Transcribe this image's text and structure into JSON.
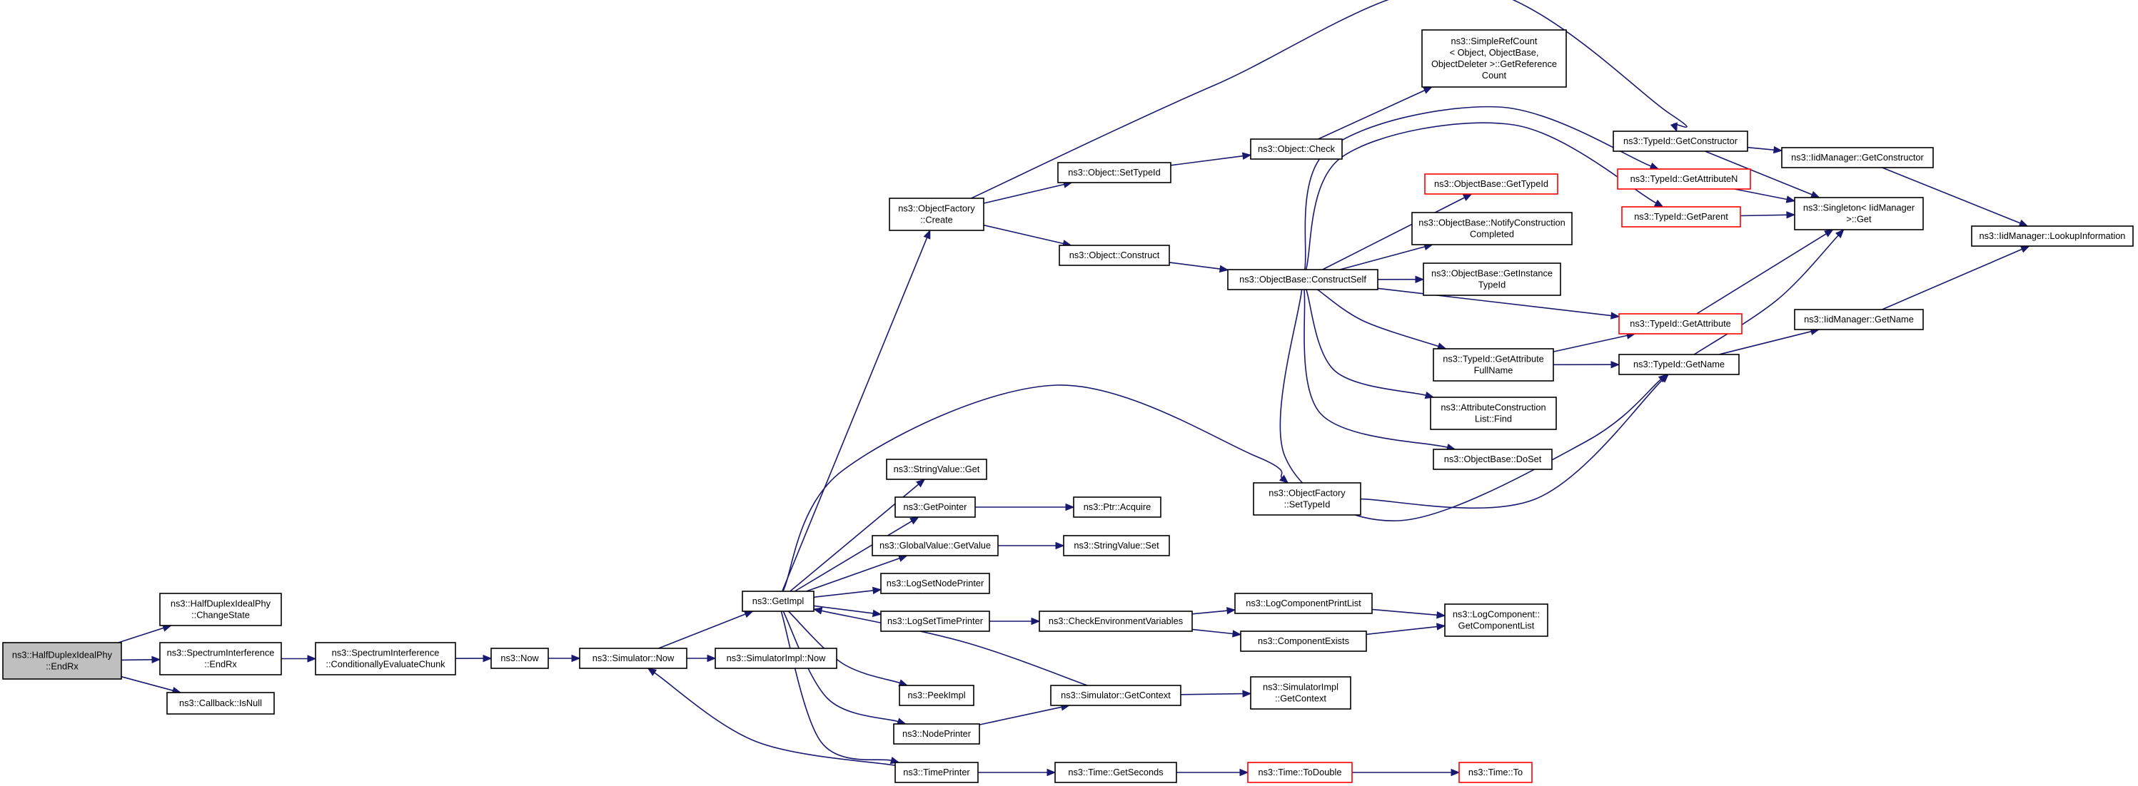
{
  "nodes": [
    {
      "id": "hdip_endrx",
      "lines": [
        "ns3::HalfDuplexIdealPhy",
        "::EndRx"
      ],
      "style": "root"
    },
    {
      "id": "hdip_changestate",
      "lines": [
        "ns3::HalfDuplexIdealPhy",
        "::ChangeState"
      ],
      "style": "normal"
    },
    {
      "id": "si_endrx",
      "lines": [
        "ns3::SpectrumInterference",
        "::EndRx"
      ],
      "style": "normal"
    },
    {
      "id": "cb_isnull",
      "lines": [
        "ns3::Callback::IsNull"
      ],
      "style": "normal"
    },
    {
      "id": "si_cec",
      "lines": [
        "ns3::SpectrumInterference",
        "::ConditionallyEvaluateChunk"
      ],
      "style": "normal"
    },
    {
      "id": "now",
      "lines": [
        "ns3::Now"
      ],
      "style": "normal"
    },
    {
      "id": "sim_now",
      "lines": [
        "ns3::Simulator::Now"
      ],
      "style": "normal"
    },
    {
      "id": "simimpl_now",
      "lines": [
        "ns3::SimulatorImpl::Now"
      ],
      "style": "normal"
    },
    {
      "id": "getimpl",
      "lines": [
        "ns3::GetImpl"
      ],
      "style": "normal"
    },
    {
      "id": "of_create",
      "lines": [
        "ns3::ObjectFactory",
        "::Create"
      ],
      "style": "normal"
    },
    {
      "id": "sv_get",
      "lines": [
        "ns3::StringValue::Get"
      ],
      "style": "normal"
    },
    {
      "id": "getpointer",
      "lines": [
        "ns3::GetPointer"
      ],
      "style": "normal"
    },
    {
      "id": "gv_getvalue",
      "lines": [
        "ns3::GlobalValue::GetValue"
      ],
      "style": "normal"
    },
    {
      "id": "logsetnodeprinter",
      "lines": [
        "ns3::LogSetNodePrinter"
      ],
      "style": "normal"
    },
    {
      "id": "logsettimeprinter",
      "lines": [
        "ns3::LogSetTimePrinter"
      ],
      "style": "normal"
    },
    {
      "id": "peekimpl",
      "lines": [
        "ns3::PeekImpl"
      ],
      "style": "normal"
    },
    {
      "id": "nodeprinter",
      "lines": [
        "ns3::NodePrinter"
      ],
      "style": "normal"
    },
    {
      "id": "timeprinter",
      "lines": [
        "ns3::TimePrinter"
      ],
      "style": "normal"
    },
    {
      "id": "obj_settypeid",
      "lines": [
        "ns3::Object::SetTypeId"
      ],
      "style": "normal"
    },
    {
      "id": "obj_construct",
      "lines": [
        "ns3::Object::Construct"
      ],
      "style": "normal"
    },
    {
      "id": "obj_check",
      "lines": [
        "ns3::Object::Check"
      ],
      "style": "normal"
    },
    {
      "id": "simplerefcount",
      "lines": [
        "ns3::SimpleRefCount",
        "< Object, ObjectBase,",
        "ObjectDeleter >::GetReference",
        "Count"
      ],
      "style": "normal"
    },
    {
      "id": "ob_constructself",
      "lines": [
        "ns3::ObjectBase::ConstructSelf"
      ],
      "style": "normal"
    },
    {
      "id": "ob_gettypeid",
      "lines": [
        "ns3::ObjectBase::GetTypeId"
      ],
      "style": "red"
    },
    {
      "id": "ob_notify",
      "lines": [
        "ns3::ObjectBase::NotifyConstruction",
        "Completed"
      ],
      "style": "normal"
    },
    {
      "id": "ob_getinstance",
      "lines": [
        "ns3::ObjectBase::GetInstance",
        "TypeId"
      ],
      "style": "normal"
    },
    {
      "id": "tid_getattrfullname",
      "lines": [
        "ns3::TypeId::GetAttribute",
        "FullName"
      ],
      "style": "normal"
    },
    {
      "id": "acl_find",
      "lines": [
        "ns3::AttributeConstruction",
        "List::Find"
      ],
      "style": "normal"
    },
    {
      "id": "ob_doset",
      "lines": [
        "ns3::ObjectBase::DoSet"
      ],
      "style": "normal"
    },
    {
      "id": "of_settypeid",
      "lines": [
        "ns3::ObjectFactory",
        "::SetTypeId"
      ],
      "style": "normal"
    },
    {
      "id": "ptr_acquire",
      "lines": [
        "ns3::Ptr::Acquire"
      ],
      "style": "normal"
    },
    {
      "id": "sv_set",
      "lines": [
        "ns3::StringValue::Set"
      ],
      "style": "normal"
    },
    {
      "id": "checkenv",
      "lines": [
        "ns3::CheckEnvironmentVariables"
      ],
      "style": "normal"
    },
    {
      "id": "sim_getcontext",
      "lines": [
        "ns3::Simulator::GetContext"
      ],
      "style": "normal"
    },
    {
      "id": "time_getseconds",
      "lines": [
        "ns3::Time::GetSeconds"
      ],
      "style": "normal"
    },
    {
      "id": "logcompprintlist",
      "lines": [
        "ns3::LogComponentPrintList"
      ],
      "style": "normal"
    },
    {
      "id": "componentexists",
      "lines": [
        "ns3::ComponentExists"
      ],
      "style": "normal"
    },
    {
      "id": "simimpl_getcontext",
      "lines": [
        "ns3::SimulatorImpl",
        "::GetContext"
      ],
      "style": "normal"
    },
    {
      "id": "time_todouble",
      "lines": [
        "ns3::Time::ToDouble"
      ],
      "style": "red"
    },
    {
      "id": "logcomp_getlist",
      "lines": [
        "ns3::LogComponent::",
        "GetComponentList"
      ],
      "style": "normal"
    },
    {
      "id": "time_to",
      "lines": [
        "ns3::Time::To"
      ],
      "style": "red"
    },
    {
      "id": "tid_getconstructor",
      "lines": [
        "ns3::TypeId::GetConstructor"
      ],
      "style": "normal"
    },
    {
      "id": "tid_getattributen",
      "lines": [
        "ns3::TypeId::GetAttributeN"
      ],
      "style": "red"
    },
    {
      "id": "tid_getparent",
      "lines": [
        "ns3::TypeId::GetParent"
      ],
      "style": "red"
    },
    {
      "id": "tid_getattribute",
      "lines": [
        "ns3::TypeId::GetAttribute"
      ],
      "style": "red"
    },
    {
      "id": "tid_getname",
      "lines": [
        "ns3::TypeId::GetName"
      ],
      "style": "normal"
    },
    {
      "id": "iidm_getconstructor",
      "lines": [
        "ns3::IidManager::GetConstructor"
      ],
      "style": "normal"
    },
    {
      "id": "singleton_get",
      "lines": [
        "ns3::Singleton< IidManager",
        ">::Get"
      ],
      "style": "normal"
    },
    {
      "id": "iidm_getname",
      "lines": [
        "ns3::IidManager::GetName"
      ],
      "style": "normal"
    },
    {
      "id": "iidm_lookup",
      "lines": [
        "ns3::IidManager::LookupInformation"
      ],
      "style": "normal"
    }
  ],
  "edges": [
    [
      "hdip_endrx",
      "hdip_changestate"
    ],
    [
      "hdip_endrx",
      "si_endrx"
    ],
    [
      "hdip_endrx",
      "cb_isnull"
    ],
    [
      "si_endrx",
      "si_cec"
    ],
    [
      "si_cec",
      "now"
    ],
    [
      "now",
      "sim_now"
    ],
    [
      "sim_now",
      "getimpl"
    ],
    [
      "sim_now",
      "simimpl_now"
    ],
    [
      "getimpl",
      "of_create"
    ],
    [
      "getimpl",
      "sv_get"
    ],
    [
      "getimpl",
      "getpointer"
    ],
    [
      "getimpl",
      "gv_getvalue"
    ],
    [
      "getimpl",
      "logsetnodeprinter"
    ],
    [
      "getimpl",
      "logsettimeprinter"
    ],
    [
      "getimpl",
      "peekimpl"
    ],
    [
      "getimpl",
      "nodeprinter"
    ],
    [
      "getimpl",
      "timeprinter"
    ],
    [
      "getimpl",
      "of_settypeid"
    ],
    [
      "of_create",
      "obj_settypeid"
    ],
    [
      "of_create",
      "obj_construct"
    ],
    [
      "of_create",
      "tid_getconstructor"
    ],
    [
      "obj_settypeid",
      "obj_check"
    ],
    [
      "obj_check",
      "simplerefcount"
    ],
    [
      "obj_construct",
      "ob_constructself"
    ],
    [
      "ob_constructself",
      "ob_gettypeid"
    ],
    [
      "ob_constructself",
      "ob_notify"
    ],
    [
      "ob_constructself",
      "ob_getinstance"
    ],
    [
      "ob_constructself",
      "tid_getattrfullname"
    ],
    [
      "ob_constructself",
      "acl_find"
    ],
    [
      "ob_constructself",
      "ob_doset"
    ],
    [
      "ob_constructself",
      "tid_getattributen"
    ],
    [
      "ob_constructself",
      "tid_getparent"
    ],
    [
      "ob_constructself",
      "tid_getattribute"
    ],
    [
      "ob_constructself",
      "tid_getname"
    ],
    [
      "tid_getattrfullname",
      "tid_getattribute"
    ],
    [
      "tid_getattrfullname",
      "tid_getname"
    ],
    [
      "of_settypeid",
      "tid_getname"
    ],
    [
      "getpointer",
      "ptr_acquire"
    ],
    [
      "gv_getvalue",
      "sv_set"
    ],
    [
      "logsettimeprinter",
      "checkenv"
    ],
    [
      "checkenv",
      "logcompprintlist"
    ],
    [
      "checkenv",
      "componentexists"
    ],
    [
      "logcompprintlist",
      "logcomp_getlist"
    ],
    [
      "componentexists",
      "logcomp_getlist"
    ],
    [
      "sim_getcontext",
      "getimpl"
    ],
    [
      "sim_getcontext",
      "simimpl_getcontext"
    ],
    [
      "nodeprinter",
      "sim_getcontext"
    ],
    [
      "timeprinter",
      "sim_now"
    ],
    [
      "timeprinter",
      "time_getseconds"
    ],
    [
      "time_getseconds",
      "time_todouble"
    ],
    [
      "time_todouble",
      "time_to"
    ],
    [
      "tid_getconstructor",
      "iidm_getconstructor"
    ],
    [
      "tid_getconstructor",
      "singleton_get"
    ],
    [
      "tid_getattributen",
      "singleton_get"
    ],
    [
      "tid_getparent",
      "singleton_get"
    ],
    [
      "tid_getattribute",
      "singleton_get"
    ],
    [
      "tid_getname",
      "singleton_get"
    ],
    [
      "tid_getname",
      "iidm_getname"
    ],
    [
      "iidm_getconstructor",
      "iidm_lookup"
    ],
    [
      "iidm_getname",
      "iidm_lookup"
    ]
  ]
}
